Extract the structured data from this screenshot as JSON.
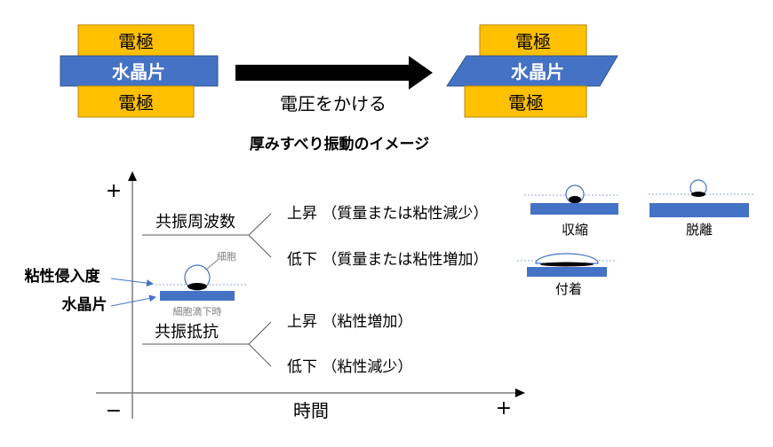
{
  "colors": {
    "electrode": "#FFC000",
    "crystal": "#4472C4",
    "axis": "#7F7F7F",
    "arrow": "#000000"
  },
  "top": {
    "electrode_label": "電極",
    "crystal_label": "水晶片",
    "action_label": "電圧をかける",
    "title": "厚みすべり振動のイメージ"
  },
  "graph": {
    "y_plus": "+",
    "x_minus": "−",
    "x_plus": "+",
    "x_label": "時間",
    "freq": {
      "label": "共振周波数",
      "up": "上昇 （質量または粘性減少）",
      "down": "低下 （質量または粘性増加）"
    },
    "resist": {
      "label": "共振抵抗",
      "up": "上昇 （粘性増加）",
      "down": "低下 （粘性減少）"
    },
    "cell_label": "細胞",
    "cell_drop_label": "細胞滴下時",
    "viscosity_label": "粘性侵入度",
    "crystal_label": "水晶片"
  },
  "states": [
    {
      "label": "収縮"
    },
    {
      "label": "脱離"
    },
    {
      "label": "付着"
    }
  ]
}
